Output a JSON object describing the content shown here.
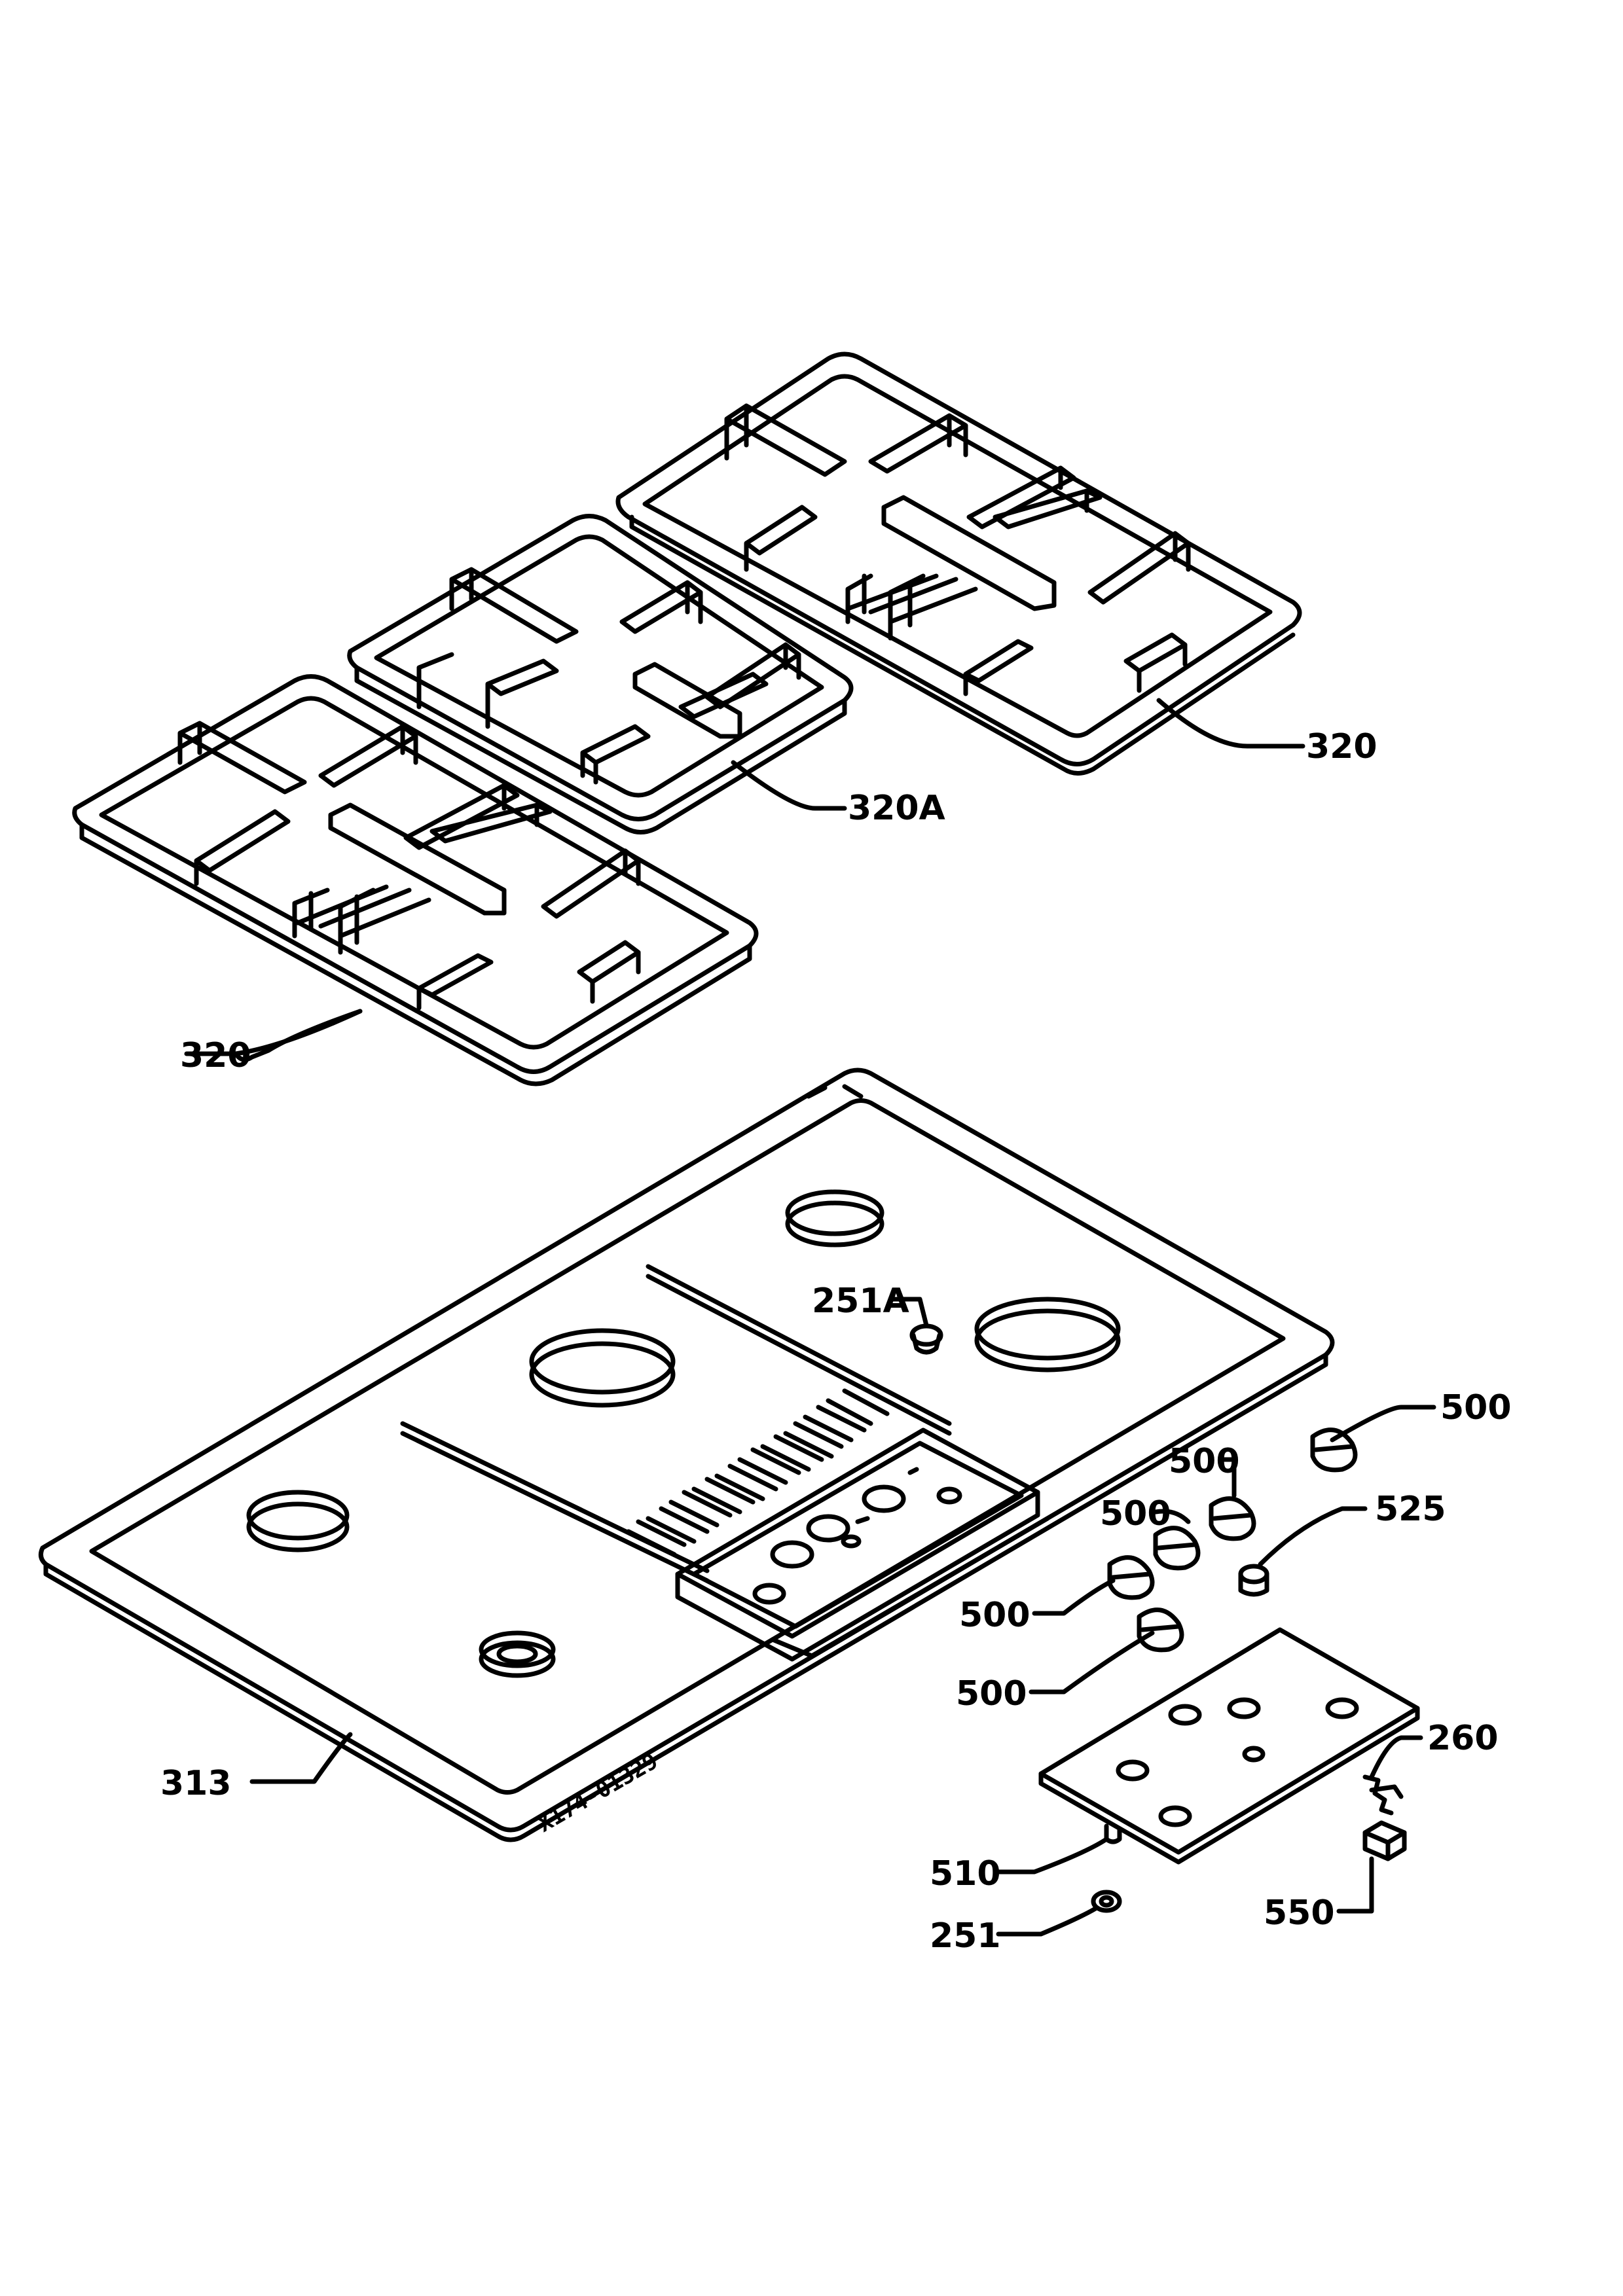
{
  "diagram_code": "X174-01329",
  "labels": {
    "grate_right": "320",
    "grate_middle": "320A",
    "grate_left": "320",
    "hob": "313",
    "cap_251A": "251A",
    "knob_1": "500",
    "knob_2": "500",
    "knob_3": "500",
    "knob_4": "500",
    "knob_5": "500",
    "button_525": "525",
    "panel_510": "510",
    "cap_251": "251",
    "spring_260": "260",
    "switch_550": "550"
  }
}
